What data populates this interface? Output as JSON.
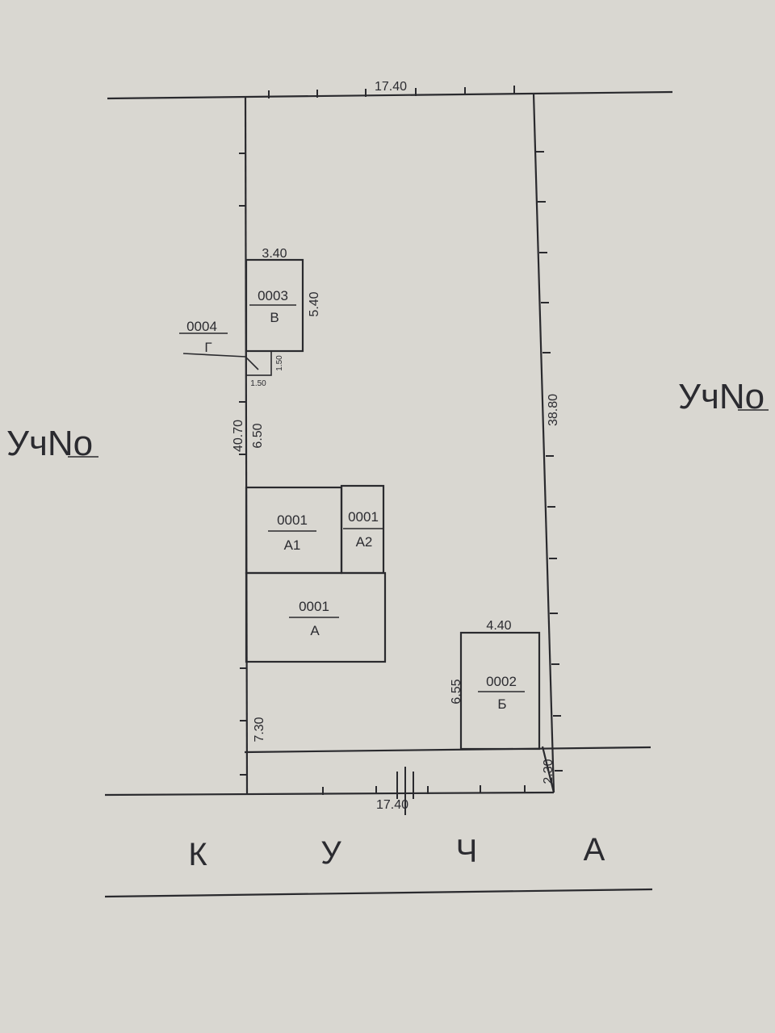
{
  "dimensions": {
    "top": "17.40",
    "bottom": "17.40",
    "left": "40.70",
    "left_upper": "6.50",
    "left_lower": "7.30",
    "right": "38.80",
    "right_lower": "2.30",
    "b_width": "3.40",
    "b_height": "5.40",
    "g_w": "1.50",
    "g_h": "1.50",
    "bldg2_width": "4.40",
    "bldg2_height": "6.55"
  },
  "buildings": {
    "a1": {
      "code": "0001",
      "letter": "А1"
    },
    "a2": {
      "code": "0001",
      "letter": "А2"
    },
    "a": {
      "code": "0001",
      "letter": "А"
    },
    "b2": {
      "code": "0002",
      "letter": "Б"
    },
    "v": {
      "code": "0003",
      "letter": "В"
    },
    "g": {
      "code": "0004",
      "letter": "Г"
    }
  },
  "neighbors": {
    "left": "УчNo",
    "right": "УчNo"
  },
  "street": [
    "К",
    "У",
    "Ч",
    "А"
  ]
}
